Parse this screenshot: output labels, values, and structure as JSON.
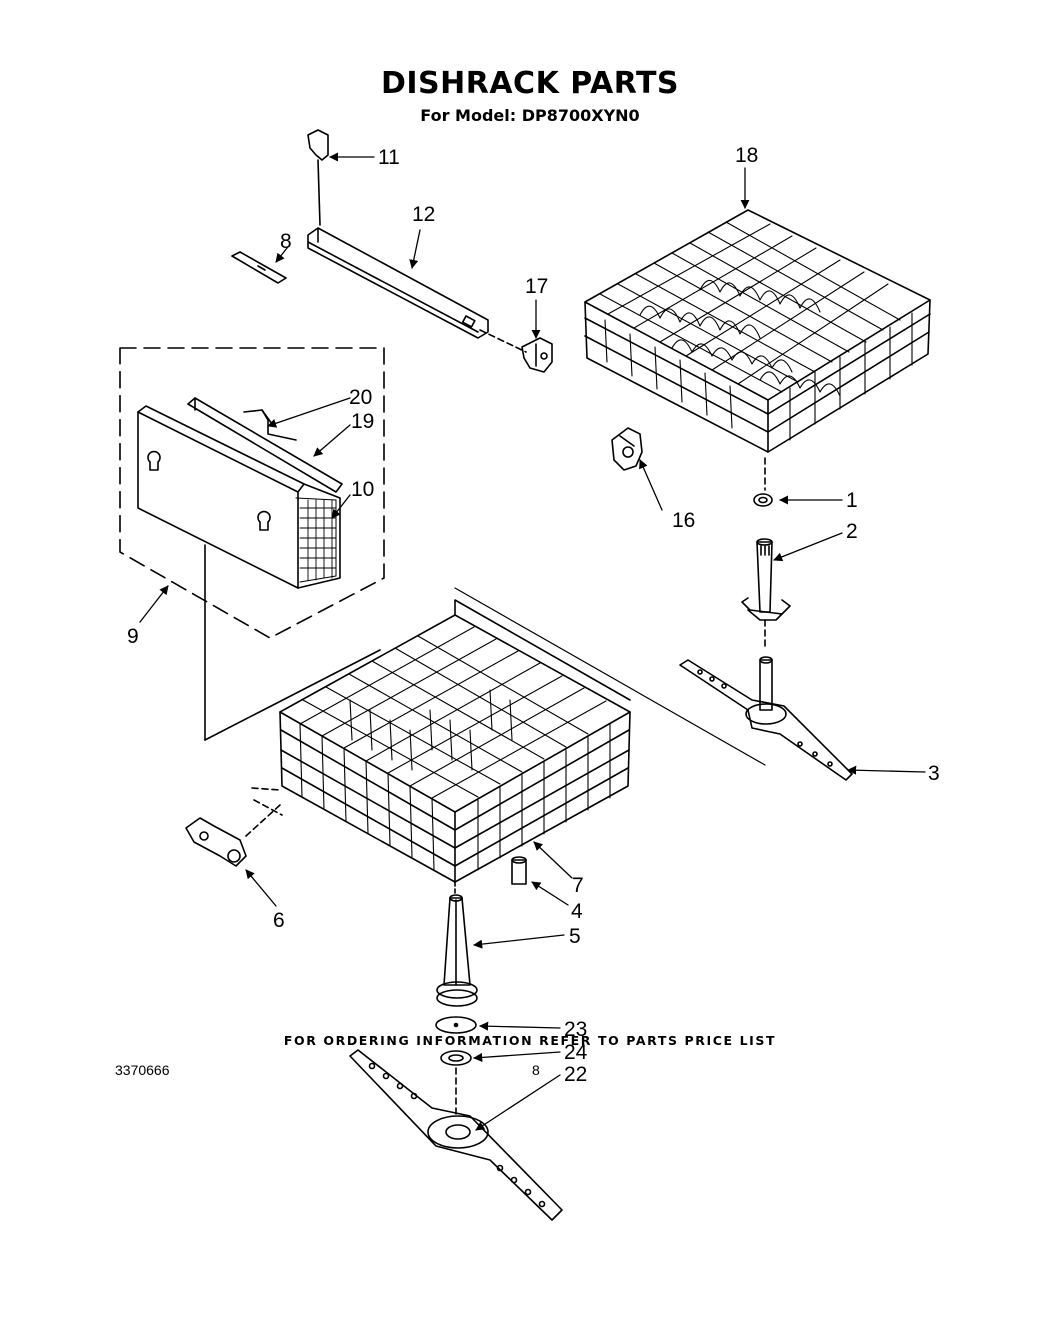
{
  "title": "DISHRACK PARTS",
  "subtitle": "For Model: DP8700XYN0",
  "footer": "FOR ORDERING INFORMATION REFER TO PARTS PRICE LIST",
  "document_number": "3370666",
  "page_number": "8",
  "callouts": {
    "c1": "1",
    "c2": "2",
    "c3": "3",
    "c4": "4",
    "c5": "5",
    "c6": "6",
    "c7": "7",
    "c8": "8",
    "c9": "9",
    "c10": "10",
    "c11": "11",
    "c12": "12",
    "c16": "16",
    "c17": "17",
    "c18": "18",
    "c19": "19",
    "c20": "20",
    "c22": "22",
    "c23": "23",
    "c24": "24"
  }
}
